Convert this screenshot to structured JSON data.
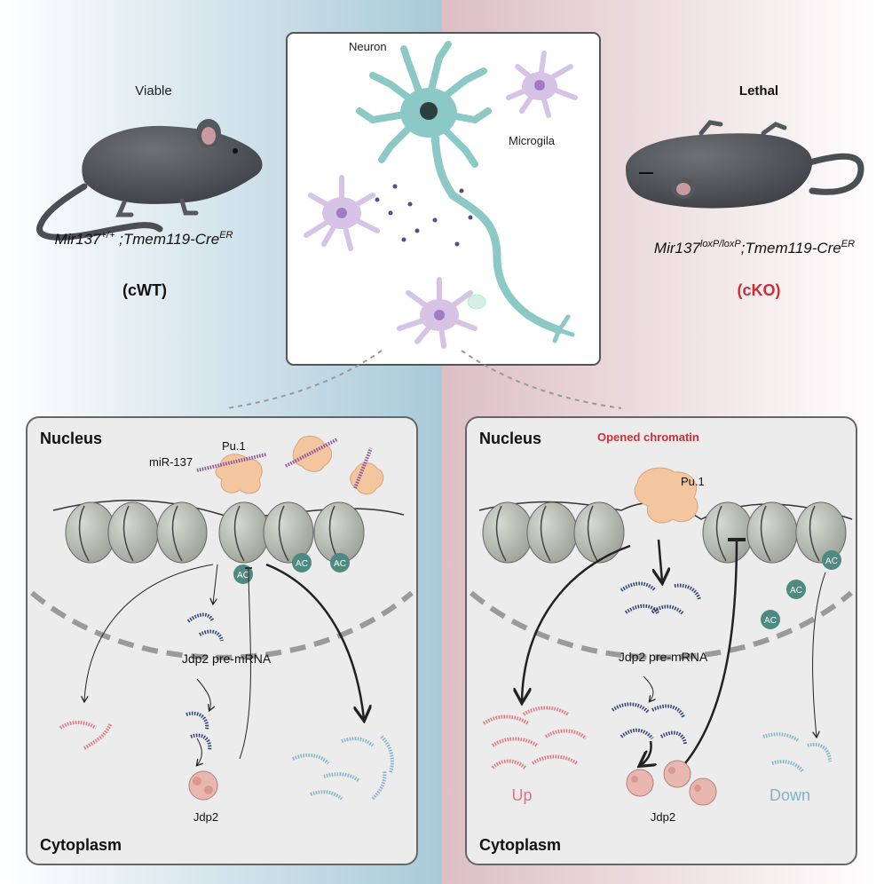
{
  "left_panel": {
    "status": "Viable",
    "genotype_main": "Mir137",
    "genotype_sup": "+/+",
    "genotype_sep": " ;",
    "genotype_cre": "Tmem119-Cre",
    "genotype_cre_sup": "ER",
    "group": "(cWT)"
  },
  "right_panel": {
    "status": "Lethal",
    "genotype_main": "Mir137",
    "genotype_sup": "loxP/loxP",
    "genotype_sep": ";",
    "genotype_cre": "Tmem119-Cre",
    "genotype_cre_sup": "ER",
    "group": "(cKO)"
  },
  "center_panel": {
    "neuron_label": "Neuron",
    "microglia_label": "Microgila"
  },
  "bottom_left": {
    "nucleus_label": "Nucleus",
    "cytoplasm_label": "Cytoplasm",
    "pu1_label": "Pu.1",
    "mir_label": "miR-137",
    "premrna_label": "Jdp2 pre-mRNA",
    "protein_label": "Jdp2",
    "ac_label": "AC"
  },
  "bottom_right": {
    "nucleus_label": "Nucleus",
    "cytoplasm_label": "Cytoplasm",
    "chromatin_label": "Opened chromatin",
    "pu1_label": "Pu.1",
    "premrna_label": "Jdp2 pre-mRNA",
    "protein_label": "Jdp2",
    "up_label": "Up",
    "down_label": "Down",
    "ac_label": "AC"
  },
  "colors": {
    "left_bg": "#a9cad9",
    "right_bg": "#dcbfc4",
    "nucleosome": "#b9bfb5",
    "ac_badge": "#4e8a82",
    "pu1": "#f3c6a0",
    "mirna": "#8a4d98",
    "premrna": "#2e3f7a",
    "up_rna": "#e5707e",
    "down_rna": "#7fb3cc",
    "cko_red": "#c8303a",
    "neuron": "#8cc9c6",
    "microglia": "#d6c3e6"
  }
}
